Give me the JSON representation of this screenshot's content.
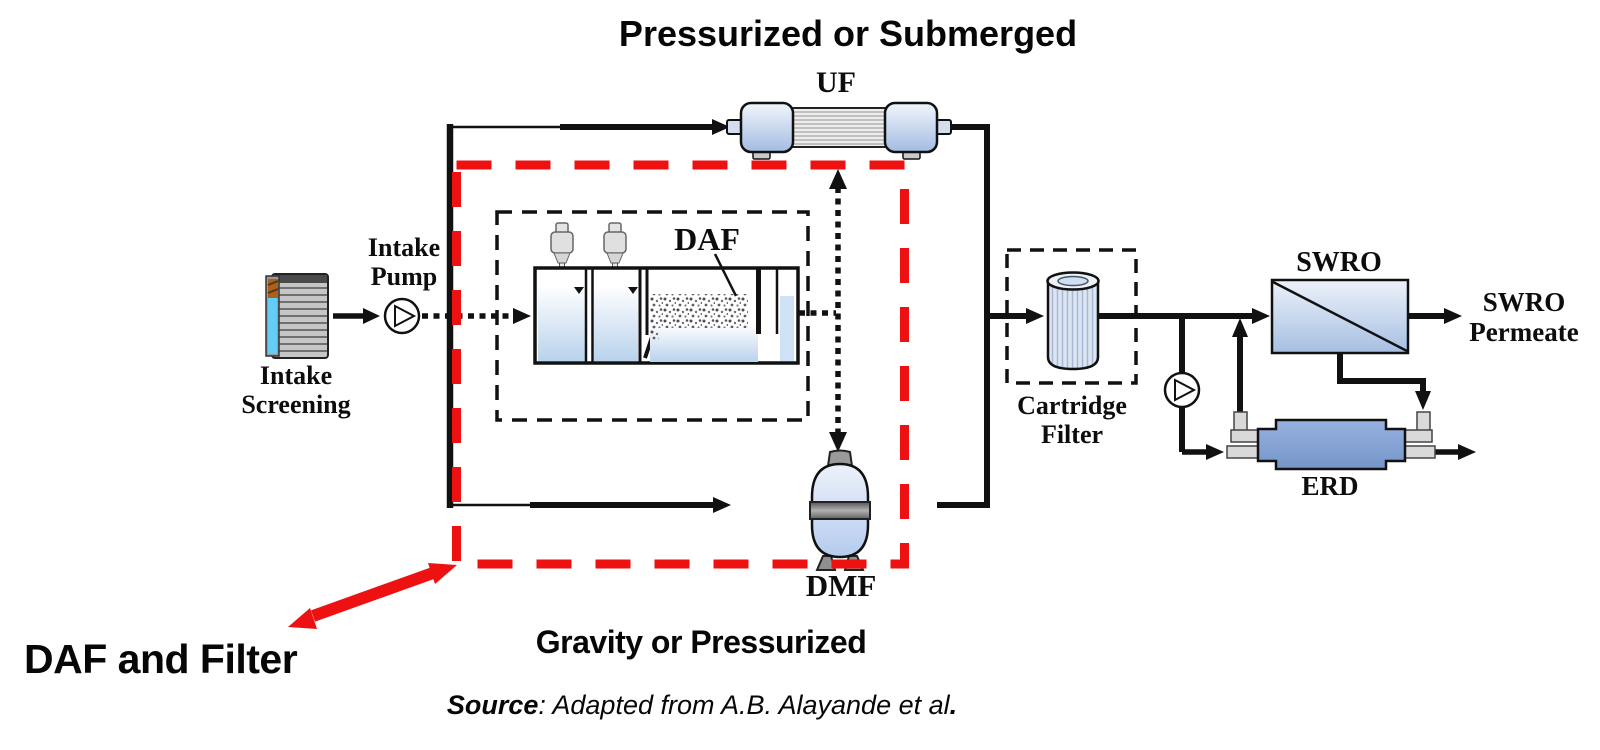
{
  "titles": {
    "top": "Pressurized or Submerged",
    "bottom": "Gravity or Pressurized",
    "callout": "DAF and Filter"
  },
  "source": {
    "label": "Source",
    "text": ": Adapted from A.B. Alayande et al",
    "period": "."
  },
  "units": {
    "intake_screening": "Intake Screening",
    "intake_pump": "Intake Pump",
    "daf": "DAF",
    "uf": "UF",
    "dmf": "DMF",
    "cartridge_filter": "Cartridge Filter",
    "swro": "SWRO",
    "swro_permeate": "SWRO Permeate",
    "erd": "ERD"
  },
  "colors": {
    "highlight_red": "#ee1111",
    "line_black": "#111111",
    "unit_blue": "#aac2e4",
    "screen_blue": "#63cdf5"
  }
}
